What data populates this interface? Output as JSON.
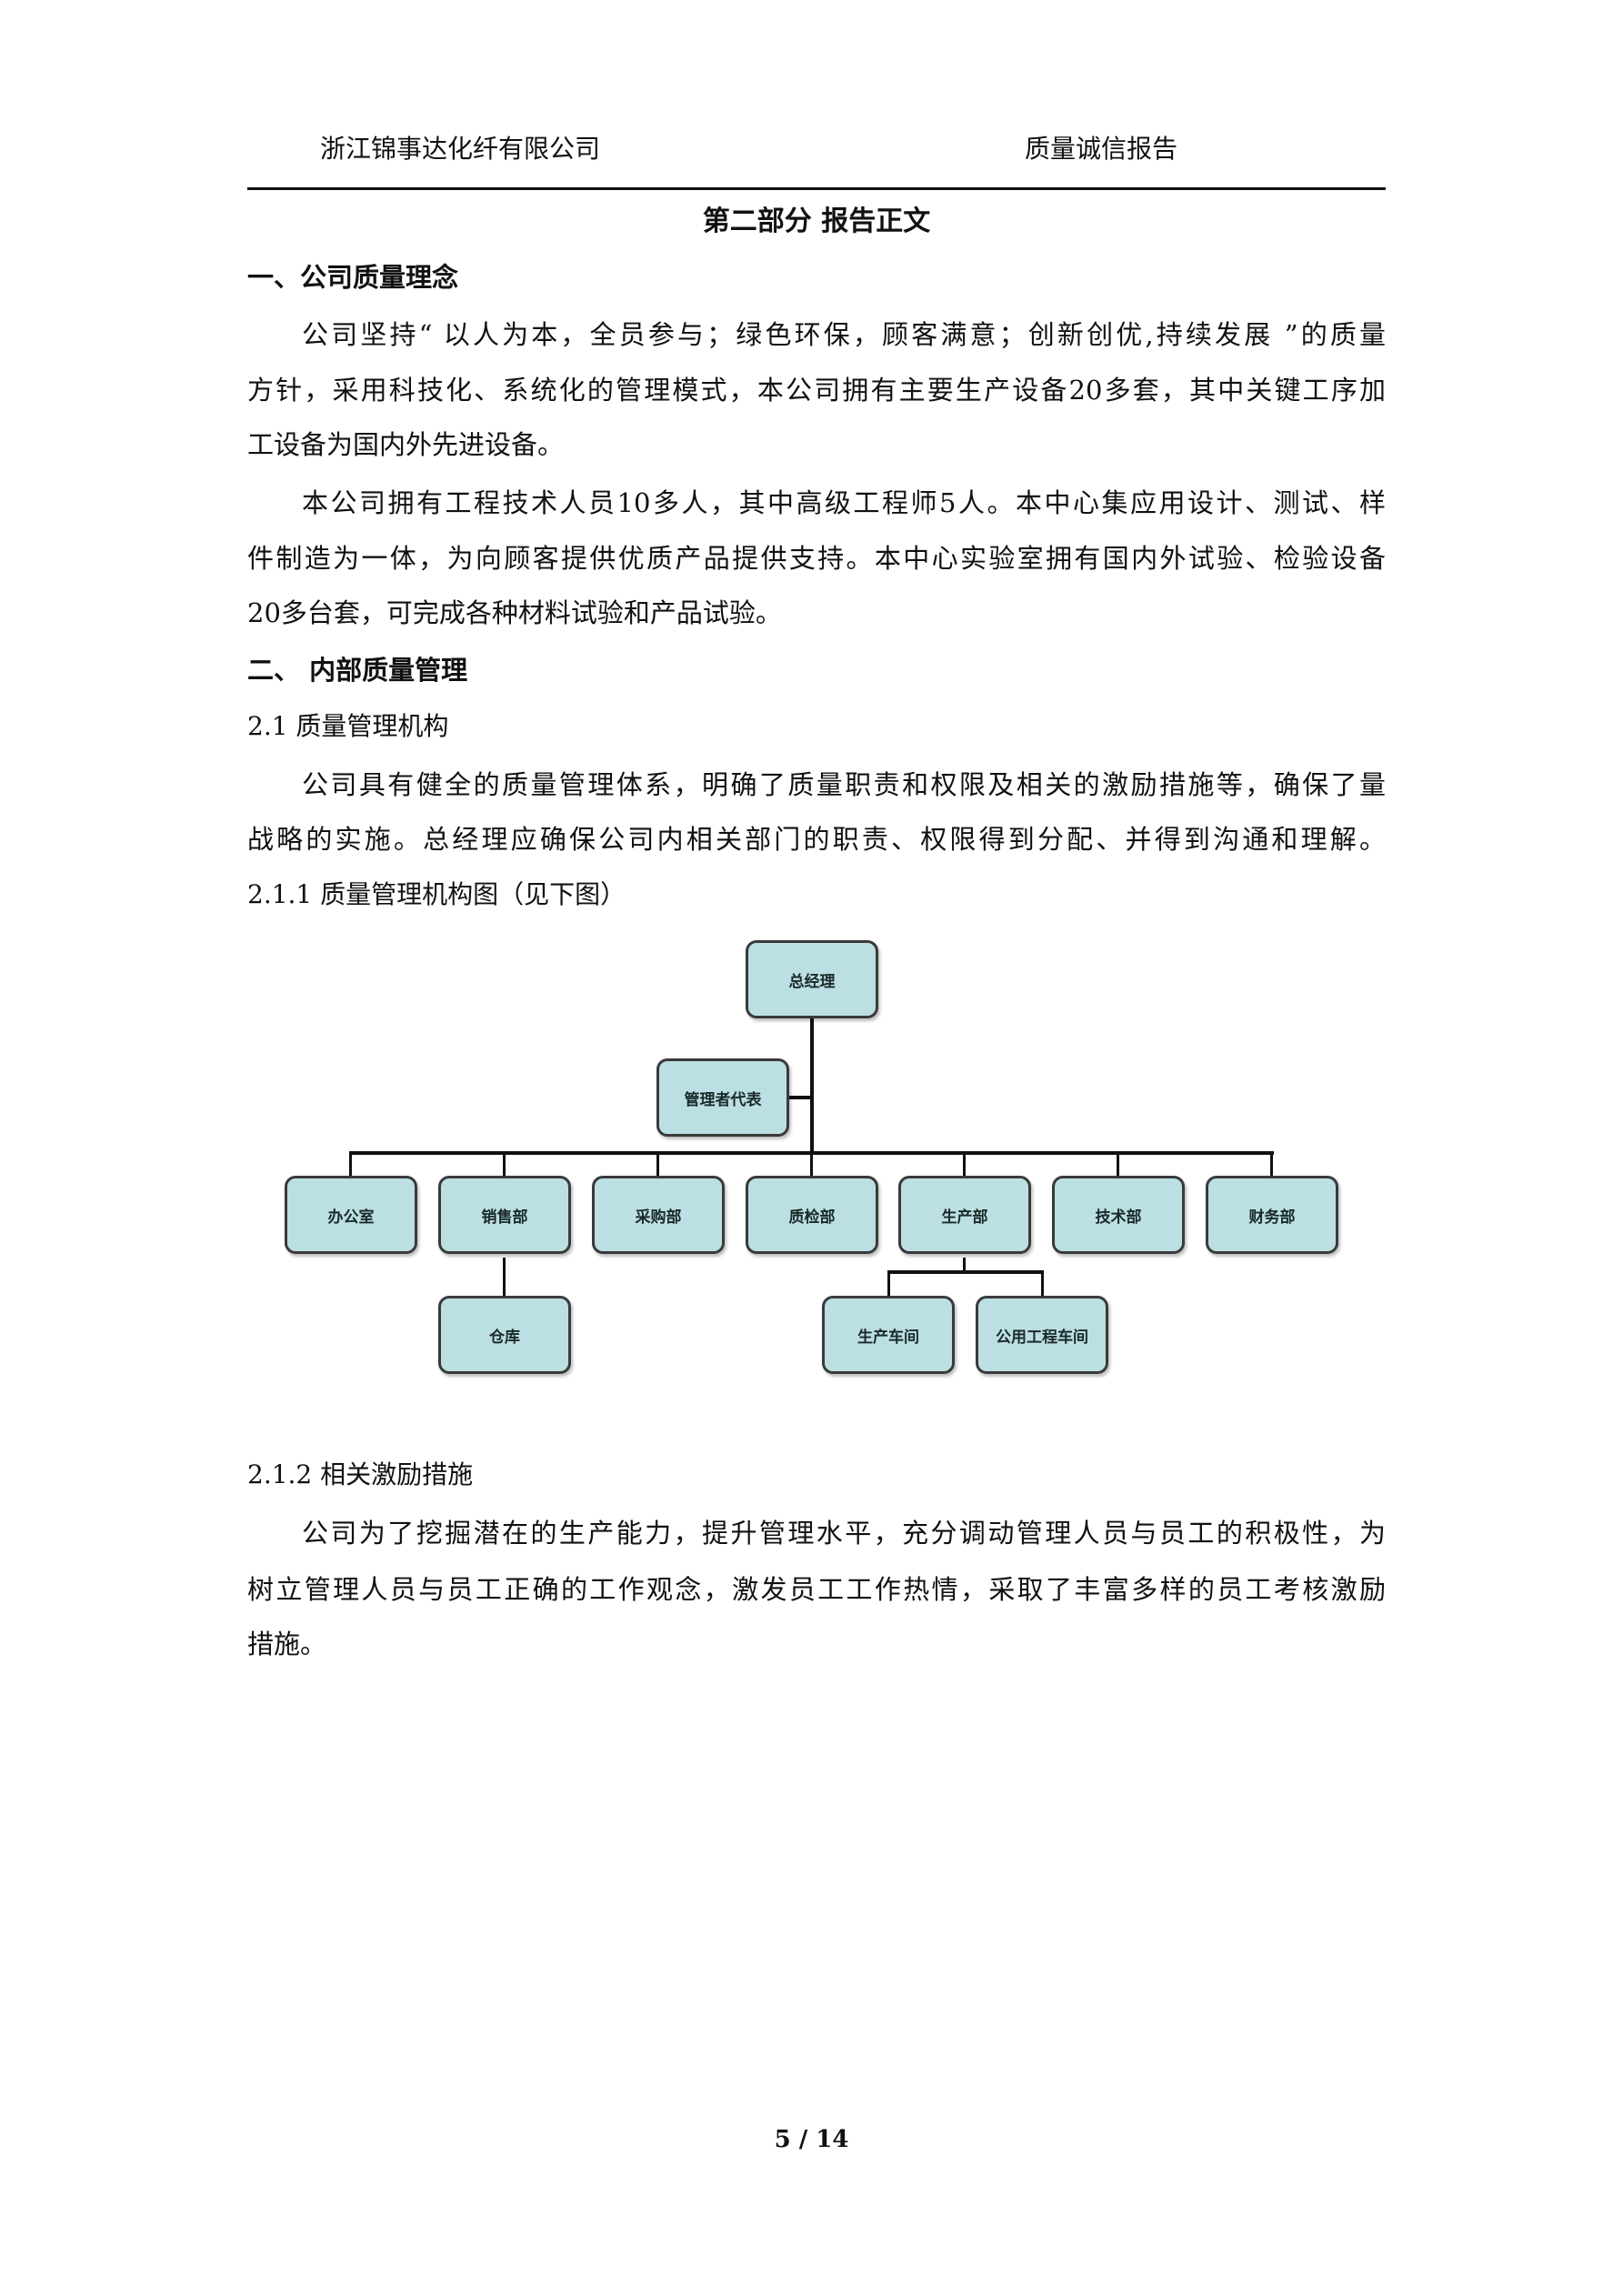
{
  "header": {
    "company": "浙江锦事达化纤有限公司",
    "report": "质量诚信报告"
  },
  "title": "第二部分  报告正文",
  "section1": {
    "heading": "一、公司质量理念",
    "para1": [
      "公司坚持“ 以人为本，全员参与；绿色环保，顾客满意；创新创优,持续发展 ”的质量",
      "方针，采用科技化、系统化的管理模式，本公司拥有主要生产设备20多套，其中关键工序加",
      "工设备为国内外先进设备。"
    ],
    "para2": [
      "本公司拥有工程技术人员10多人，其中高级工程师5人。本中心集应用设计、测试、样",
      "件制造为一体，为向顾客提供优质产品提供支持。本中心实验室拥有国内外试验、检验设备",
      "20多台套，可完成各种材料试验和产品试验。"
    ]
  },
  "section2": {
    "heading": "二、  内部质量管理",
    "sub1": "2.1  质量管理机构",
    "para1": [
      "公司具有健全的质量管理体系，明确了质量职责和权限及相关的激励措施等，确保了量",
      "战略的实施。总经理应确保公司内相关部门的职责、权限得到分配、并得到沟通和理解。"
    ],
    "sub11": "2.1.1  质量管理机构图（见下图）",
    "org": {
      "top": "总经理",
      "rep": "管理者代表",
      "depts": [
        "办公室",
        "销售部",
        "采购部",
        "质检部",
        "生产部",
        "技术部",
        "财务部"
      ],
      "warehouse": "仓库",
      "workshops": [
        "生产车间",
        "公用工程车间"
      ]
    },
    "sub12": "2.1.2  相关激励措施",
    "para2": [
      "公司为了挖掘潜在的生产能力，提升管理水平，充分调动管理人员与员工的积极性，为",
      "树立管理人员与员工正确的工作观念，激发员工工作热情，采取了丰富多样的员工考核激励",
      "措施。"
    ]
  },
  "footer": {
    "page": "5 / 14"
  }
}
